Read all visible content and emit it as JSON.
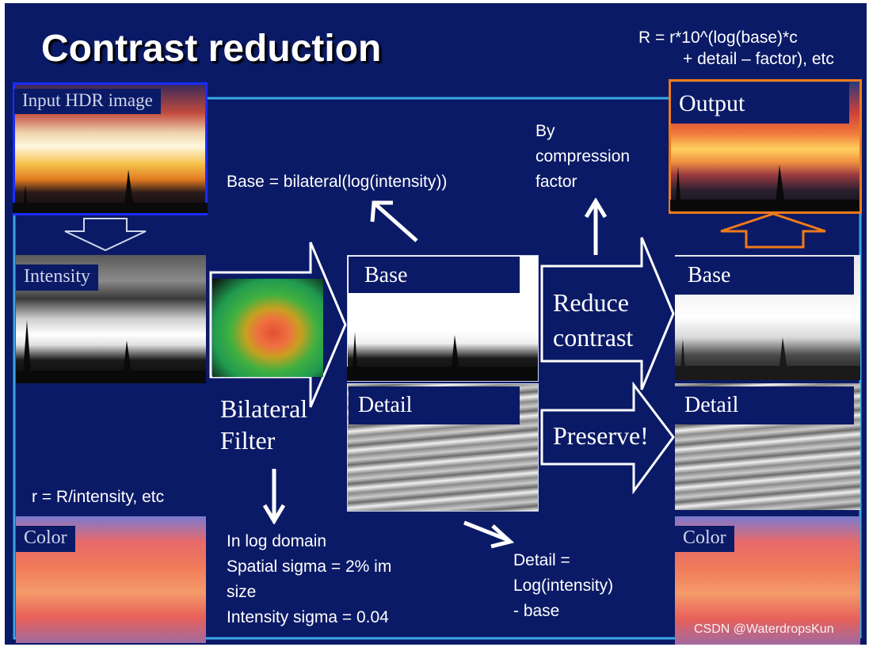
{
  "title": "Contrast reduction",
  "formula": {
    "line1": "R = r*10^(log(base)*c",
    "line2": "+ detail – factor), etc"
  },
  "labels": {
    "input_hdr": "Input HDR image",
    "intensity": "Intensity",
    "color_left": "Color",
    "base_middle": "Base",
    "detail_middle": "Detail",
    "output": "Output",
    "base_right": "Base",
    "detail_right": "Detail",
    "color_right": "Color"
  },
  "arrows": {
    "bilateral_line1": "Bilateral",
    "bilateral_line2": "Filter",
    "reduce_line1": "Reduce",
    "reduce_line2": "contrast",
    "preserve": "Preserve!"
  },
  "notes": {
    "base_formula": "Base = bilateral(log(intensity))",
    "by_line1": "By",
    "by_line2": "compression",
    "by_line3": "factor",
    "r_formula": "r = R/intensity, etc",
    "log1": "In log domain",
    "log2": "Spatial sigma = 2% im",
    "log3": "size",
    "log4": "Intensity sigma = 0.04",
    "detail1": "Detail =",
    "detail2": "Log(intensity)",
    "detail3": "- base"
  },
  "watermark": "CSDN @WaterdropsKun",
  "colors": {
    "background": "#0b1a66",
    "frame": "#3aa8e6",
    "input_border": "#1a2cff",
    "output_border": "#f07a1a"
  }
}
